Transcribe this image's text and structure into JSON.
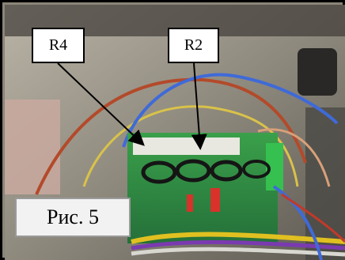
{
  "callouts": {
    "r4": "R4",
    "r2": "R2"
  },
  "caption": "Рис. 5",
  "colors": {
    "frame": "#000000",
    "board": "#2f8a3c",
    "label_bg": "#ffffff",
    "caption_bg": "#f2f2f2"
  }
}
